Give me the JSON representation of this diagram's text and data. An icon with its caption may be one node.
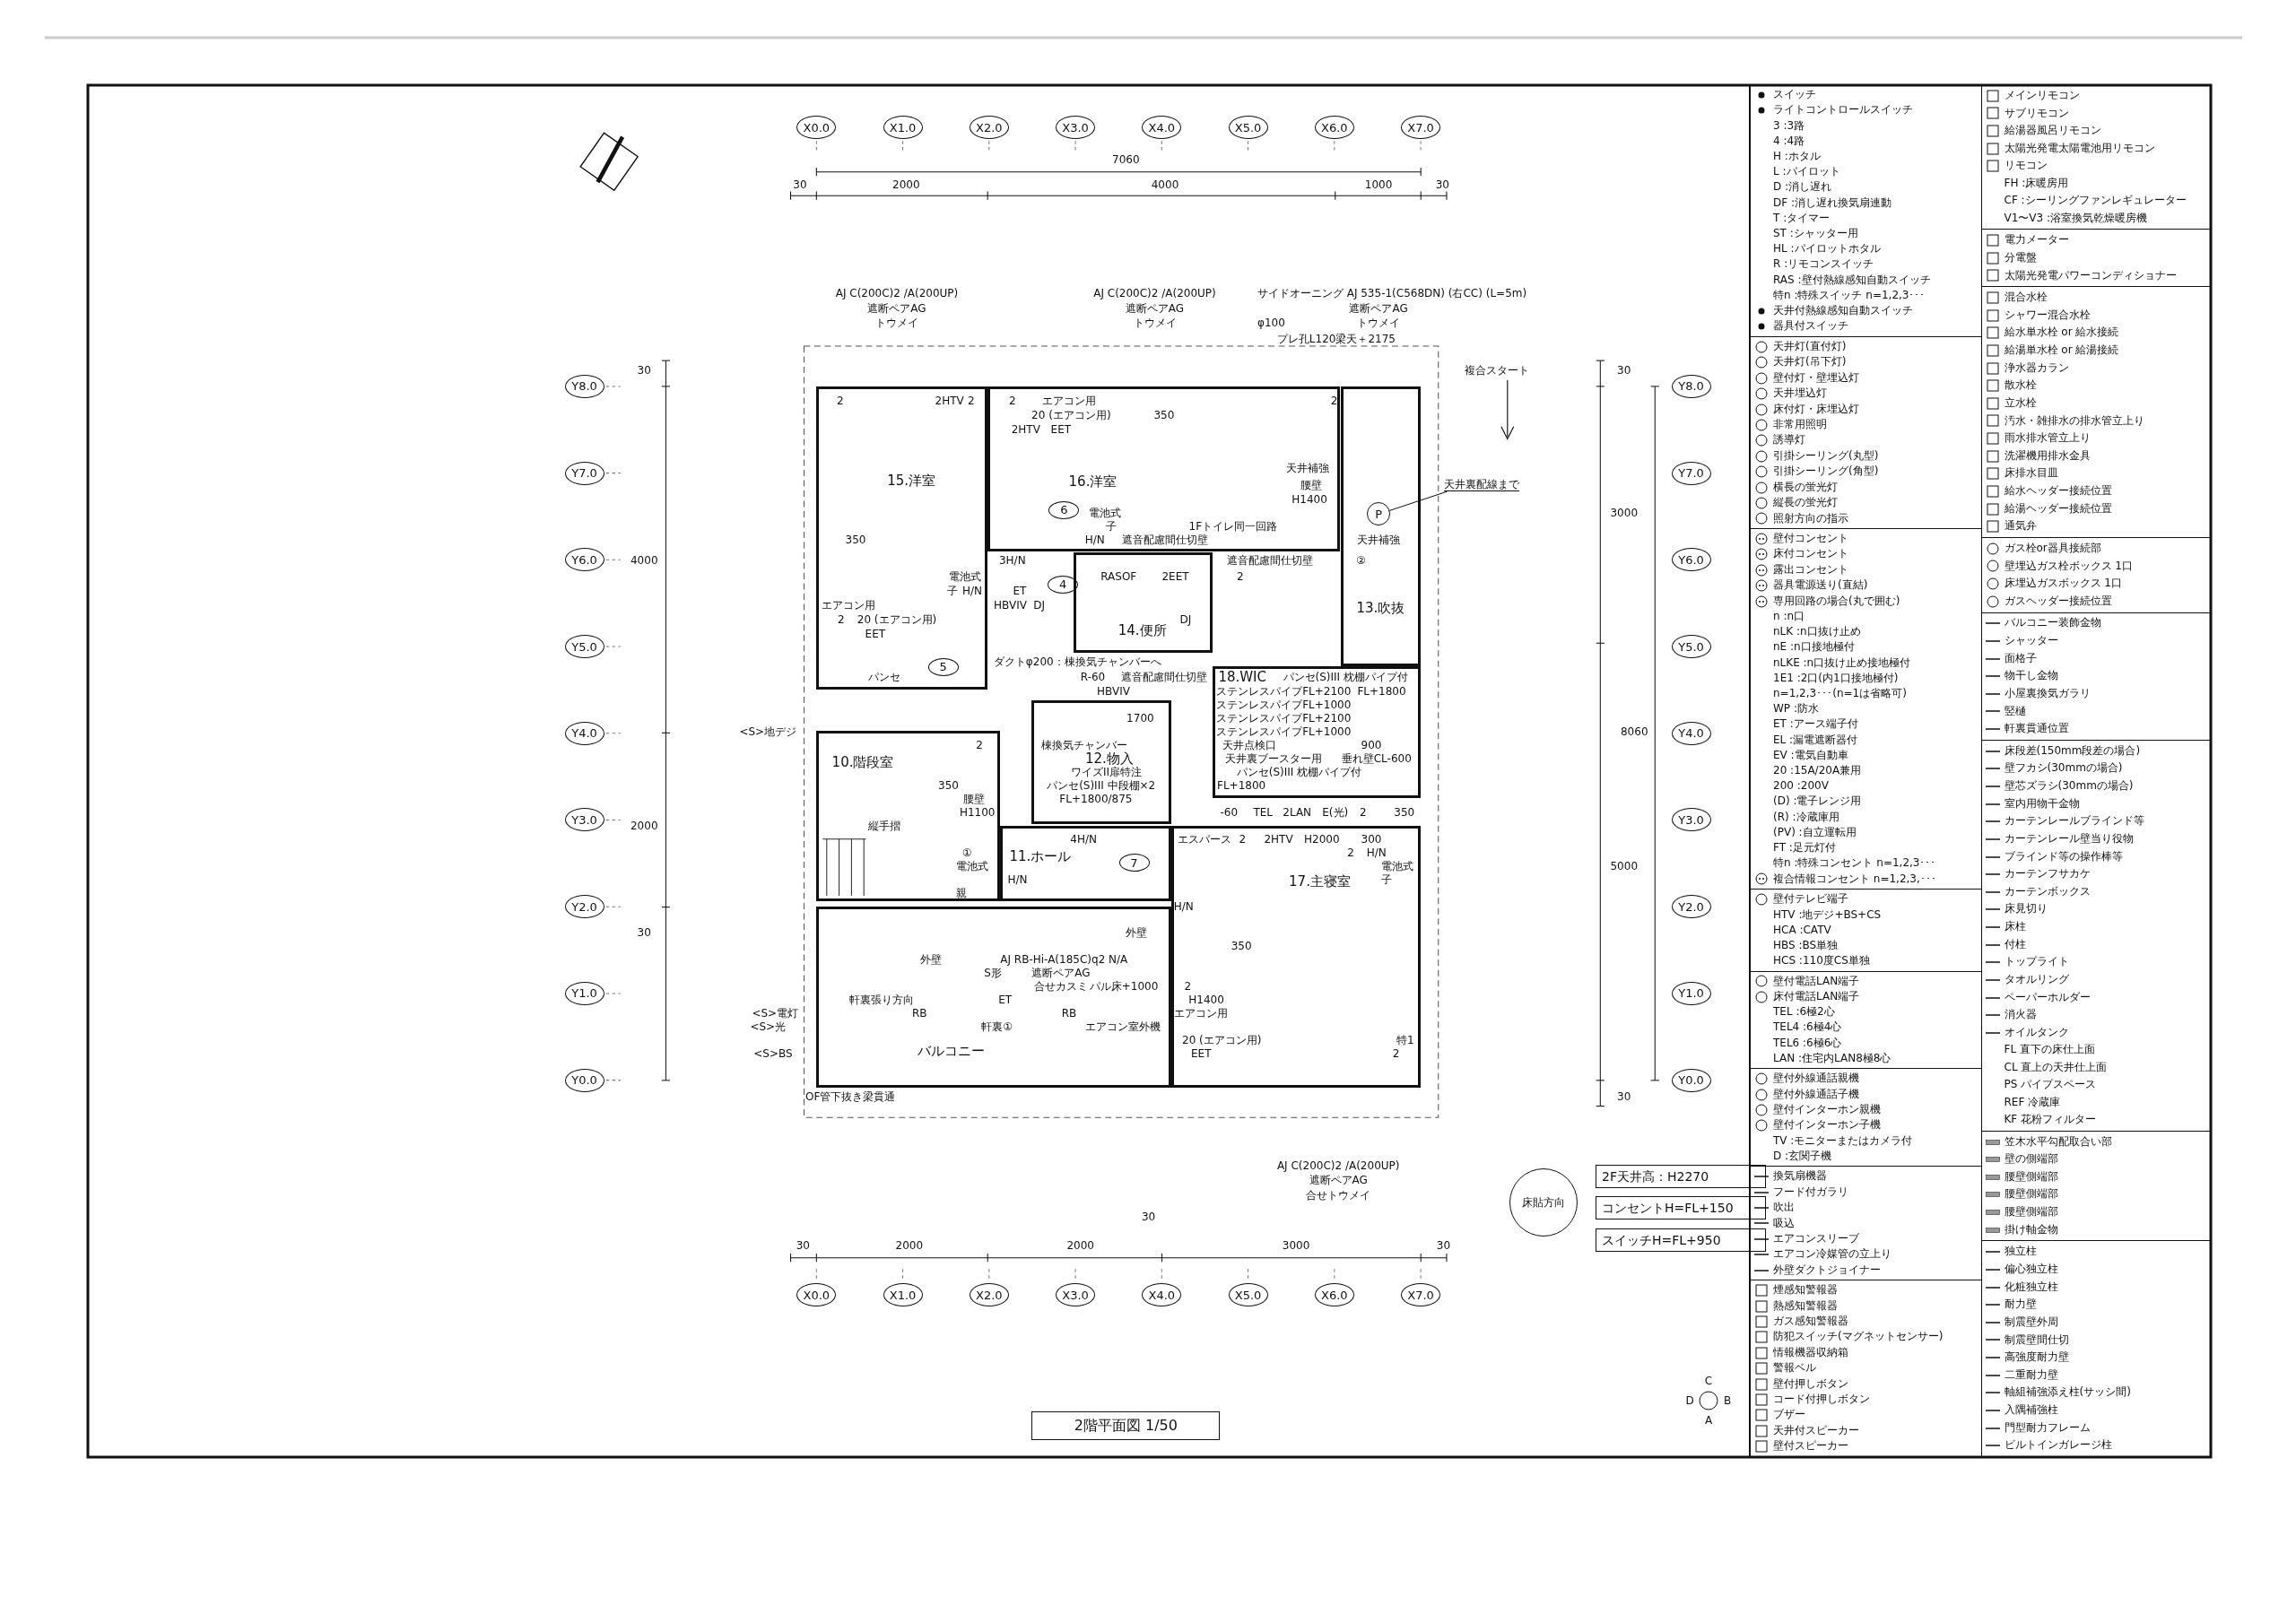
{
  "diagram": {
    "nodes": [
      {
        "text": [
          "X0.0"
        ]
      },
      {
        "text": [
          "X1.0"
        ]
      },
      {
        "text": [
          "X2.0"
        ]
      },
      {
        "text": [
          "X3.0"
        ]
      },
      {
        "text": [
          "X4.0"
        ]
      },
      {
        "text": [
          "X5.0"
        ]
      },
      {
        "text": [
          "X6.0"
        ]
      },
      {
        "text": [
          "X7.0"
        ]
      },
      {
        "text": [
          "Y8.0"
        ]
      },
      {
        "text": [
          "Y7.0"
        ]
      },
      {
        "text": [
          "Y6.0"
        ]
      },
      {
        "text": [
          "Y5.0"
        ]
      },
      {
        "text": [
          "Y4.0"
        ]
      },
      {
        "text": [
          "Y3.0"
        ]
      },
      {
        "text": [
          "Y2.0"
        ]
      },
      {
        "text": [
          "Y1.0"
        ]
      },
      {
        "text": [
          "Y0.0"
        ]
      },
      {
        "text": [
          "Y8.0"
        ]
      },
      {
        "text": [
          "Y7.0"
        ]
      },
      {
        "text": [
          "Y6.0"
        ]
      },
      {
        "text": [
          "Y5.0"
        ]
      },
      {
        "text": [
          "Y4.0"
        ]
      },
      {
        "text": [
          "Y3.0"
        ]
      },
      {
        "text": [
          "Y2.0"
        ]
      },
      {
        "text": [
          "Y1.0"
        ]
      },
      {
        "text": [
          "Y0.0"
        ]
      },
      {
        "text": [
          "15.洋室"
        ]
      },
      {
        "text": [
          "16.洋室"
        ]
      },
      {
        "text": [
          "13.吹抜"
        ]
      },
      {
        "text": [
          "14.便所"
        ]
      },
      {
        "text": [
          "18.WIC"
        ]
      },
      {
        "text": [
          "10.階段室"
        ]
      },
      {
        "text": [
          "12.物入"
        ]
      },
      {
        "text": [
          "11.ホール"
        ]
      },
      {
        "text": [
          "17.主寝室"
        ]
      },
      {
        "text": [
          "バルコニー"
        ]
      },
      {
        "text": [
          "6"
        ],
        "in": 27
      },
      {
        "text": [
          "4"
        ]
      },
      {
        "text": [
          "5"
        ],
        "in": 26
      },
      {
        "text": [
          "7"
        ],
        "in": 33
      },
      {
        "text": [
          "P"
        ],
        "in": 28
      },
      {
        "text": [
          "天井裏配線まで"
        ]
      },
      {
        "text": [
          "床貼方向"
        ]
      },
      {
        "text": [
          "2F天井高：H2270"
        ]
      },
      {
        "text": [
          "コンセントH=FL+150"
        ]
      },
      {
        "text": [
          "スイッチH=FL+950"
        ]
      },
      {
        "text": [
          "X0.0"
        ]
      },
      {
        "text": [
          "X1.0"
        ]
      },
      {
        "text": [
          "X2.0"
        ]
      },
      {
        "text": [
          "X3.0"
        ]
      },
      {
        "text": [
          "X4.0"
        ]
      },
      {
        "text": [
          "X5.0"
        ]
      },
      {
        "text": [
          "X6.0"
        ]
      },
      {
        "text": [
          "X7.0"
        ]
      },
      {
        "text": [
          "2階平面図 1/50"
        ]
      }
    ],
    "edges": [
      {
        "from": 41,
        "to": 40,
        "arrow": "none"
      }
    ],
    "labels": [
      "7060",
      "30",
      "2000",
      "4000",
      "1000",
      "30",
      "AJ C(200C)2 /A(200UP)",
      "AJ C(200C)2 /A(200UP)",
      "サイドオーニング AJ 535-1(C568DN) (右CC) (L=5m)",
      "遮断ペアAG",
      "遮断ペアAG",
      "遮断ペアAG",
      "トウメイ",
      "トウメイ",
      "φ100",
      "トウメイ",
      "プレ孔L120梁天＋2175",
      "30",
      "複合スタート",
      "30",
      "2",
      "2HTV",
      "2",
      "2",
      "エアコン用",
      "2",
      "20 (エアコン用)",
      "350",
      "2HTV",
      "EET",
      "天井補強",
      "腰壁",
      "H1400",
      "電池式",
      "3000",
      "子",
      "1Fトイレ同一回路",
      "350",
      "H/N",
      "遮音配慮間仕切壁",
      "天井補強",
      "4000",
      "3H/N",
      "遮音配慮間仕切壁",
      "②",
      "電池式",
      "RASOF",
      "2EET",
      "2",
      "子",
      "H/N",
      "ET",
      "エアコン用",
      "HBVIV",
      "DJ",
      "2",
      "20 (エアコン用)",
      "DJ",
      "EET",
      "ダクトφ200：棟換気チャンバーへ",
      "パンセ",
      "R-60",
      "遮音配慮間仕切壁",
      "パンセ(S)III 枕棚パイプ付",
      "HBVIV",
      "ステンレスパイプFL+2100",
      "FL+1800",
      "ステンレスパイプFL+1000",
      "1700",
      "ステンレスパイプFL+2100",
      "<S>地デジ",
      "ステンレスパイプFL+1000",
      "8060",
      "2",
      "棟換気チャンバー",
      "天井点検口",
      "900",
      "天井裏ブースター用",
      "垂れ壁CL-600",
      "ワイズII扉特注",
      "パンセ(S)III 枕棚パイプ付",
      "350",
      "パンセ(S)III 中段棚×2",
      "FL+1800",
      "腰壁",
      "FL+1800/875",
      "H1100",
      "-60",
      "TEL",
      "2LAN",
      "E(光)",
      "2",
      "350",
      "2000",
      "縦手摺",
      "4H/N",
      "エスパース",
      "2",
      "2HTV",
      "H2000",
      "300",
      "①",
      "2",
      "H/N",
      "電池式",
      "電池式",
      "5000",
      "H/N",
      "子",
      "親",
      "H/N",
      "30",
      "外壁",
      "350",
      "外壁",
      "AJ RB-Hi-A(185C)q2 N/A",
      "S形",
      "遮断ペアAG",
      "合せカスミ",
      "パル床+1000",
      "2",
      "軒裏張り方向",
      "ET",
      "H1400",
      "<S>電灯",
      "RB",
      "RB",
      "エアコン用",
      "<S>光",
      "軒裏①",
      "エアコン室外機",
      "20 (エアコン用)",
      "特1",
      "<S>BS",
      "EET",
      "2",
      "OF管下抜き梁貫通",
      "30",
      "AJ C(200C)2 /A(200UP)",
      "遮断ペアAG",
      "合せトウメイ",
      "30",
      "30",
      "2000",
      "2000",
      "3000",
      "30",
      "C",
      "D",
      "B",
      "A"
    ],
    "legend": [
      {
        "text": "スイッチ"
      },
      {
        "text": "ライトコントロールスイッチ"
      },
      {
        "text": "3 :3路"
      },
      {
        "text": "4 :4路"
      },
      {
        "text": "H :ホタル"
      },
      {
        "text": "L :パイロット"
      },
      {
        "text": "D :消し遅れ"
      },
      {
        "text": "DF :消し遅れ換気扇連動"
      },
      {
        "text": "T :タイマー"
      },
      {
        "text": "ST :シャッター用"
      },
      {
        "text": "HL :パイロットホタル"
      },
      {
        "text": "R :リモコンスイッチ"
      },
      {
        "text": "RAS :壁付熱線感知自動スイッチ"
      },
      {
        "text": "特n :特殊スイッチ n=1,2,3･･･"
      },
      {
        "text": "天井付熱線感知自動スイッチ"
      },
      {
        "text": "器具付スイッチ"
      },
      {
        "text": "天井灯(直付灯)"
      },
      {
        "text": "天井灯(吊下灯)"
      },
      {
        "text": "壁付灯・壁埋込灯"
      },
      {
        "text": "天井埋込灯"
      },
      {
        "text": "床付灯・床埋込灯"
      },
      {
        "text": "非常用照明"
      },
      {
        "text": "誘導灯"
      },
      {
        "text": "引掛シーリング(丸型)"
      },
      {
        "text": "引掛シーリング(角型)"
      },
      {
        "text": "横長の蛍光灯"
      },
      {
        "text": "縦長の蛍光灯"
      },
      {
        "text": "照射方向の指示"
      },
      {
        "text": "壁付コンセント"
      },
      {
        "text": "床付コンセント"
      },
      {
        "text": "露出コンセント"
      },
      {
        "text": "器具電源送り(直結)"
      },
      {
        "text": "専用回路の場合(丸で囲む)"
      },
      {
        "text": "n :n口"
      },
      {
        "text": "nLK :n口抜け止め"
      },
      {
        "text": "nE :n口接地極付"
      },
      {
        "text": "nLKE :n口抜け止め接地極付"
      },
      {
        "text": "1E1 :2口(内1口接地極付)"
      },
      {
        "text": "n=1,2,3･･･(n=1は省略可)"
      },
      {
        "text": "WP :防水"
      },
      {
        "text": "ET :アース端子付"
      },
      {
        "text": "EL :漏電遮断器付"
      },
      {
        "text": "EV :電気自動車"
      },
      {
        "text": "20 :15A/20A兼用"
      },
      {
        "text": "200 :200V"
      },
      {
        "text": "(D) :電子レンジ用"
      },
      {
        "text": "(R) :冷蔵庫用"
      },
      {
        "text": "(PV) :自立運転用"
      },
      {
        "text": "FT :足元灯付"
      },
      {
        "text": "特n :特殊コンセント n=1,2,3･･･"
      },
      {
        "text": "複合情報コンセント n=1,2,3,･･･"
      },
      {
        "text": "壁付テレビ端子"
      },
      {
        "text": "HTV :地デジ+BS+CS"
      },
      {
        "text": "HCA :CATV"
      },
      {
        "text": "HBS :BS単独"
      },
      {
        "text": "HCS :110度CS単独"
      },
      {
        "text": "壁付電話LAN端子"
      },
      {
        "text": "床付電話LAN端子"
      },
      {
        "text": "TEL :6極2心"
      },
      {
        "text": "TEL4 :6極4心"
      },
      {
        "text": "TEL6 :6極6心"
      },
      {
        "text": "LAN :住宅内LAN8極8心"
      },
      {
        "text": "壁付外線通話親機"
      },
      {
        "text": "壁付外線通話子機"
      },
      {
        "text": "壁付インターホン親機"
      },
      {
        "text": "壁付インターホン子機"
      },
      {
        "text": "TV :モニターまたはカメラ付"
      },
      {
        "text": "D :玄関子機"
      },
      {
        "text": "換気扇機器"
      },
      {
        "text": "フード付ガラリ"
      },
      {
        "text": "吹出"
      },
      {
        "text": "吸込"
      },
      {
        "text": "エアコンスリーブ"
      },
      {
        "text": "エアコン冷媒管の立上り"
      },
      {
        "text": "外壁ダクトジョイナー"
      },
      {
        "text": "煙感知警報器"
      },
      {
        "text": "熱感知警報器"
      },
      {
        "text": "ガス感知警報器"
      },
      {
        "text": "防犯スイッチ(マグネットセンサー)"
      },
      {
        "text": "情報機器収納箱"
      },
      {
        "text": "警報ベル"
      },
      {
        "text": "壁付押しボタン"
      },
      {
        "text": "コード付押しボタン"
      },
      {
        "text": "ブザー"
      },
      {
        "text": "天井付スピーカー"
      },
      {
        "text": "壁付スピーカー"
      },
      {
        "text": "メインリモコン"
      },
      {
        "text": "サブリモコン"
      },
      {
        "text": "給湯器風呂リモコン"
      },
      {
        "text": "太陽光発電太陽電池用リモコン"
      },
      {
        "text": "リモコン"
      },
      {
        "text": "FH :床暖房用"
      },
      {
        "text": "CF :シーリングファンレギュレーター"
      },
      {
        "text": "V1〜V3 :浴室換気乾燥暖房機"
      },
      {
        "text": "電力メーター"
      },
      {
        "text": "分電盤"
      },
      {
        "text": "太陽光発電パワーコンディショナー"
      },
      {
        "text": "混合水栓"
      },
      {
        "text": "シャワー混合水栓"
      },
      {
        "text": "給水単水栓 or 給水接続"
      },
      {
        "text": "給湯単水栓 or 給湯接続"
      },
      {
        "text": "浄水器カラン"
      },
      {
        "text": "散水栓"
      },
      {
        "text": "立水栓"
      },
      {
        "text": "汚水・雑排水の排水管立上り"
      },
      {
        "text": "雨水排水管立上り"
      },
      {
        "text": "洗濯機用排水金具"
      },
      {
        "text": "床排水目皿"
      },
      {
        "text": "給水ヘッダー接続位置"
      },
      {
        "text": "給湯ヘッダー接続位置"
      },
      {
        "text": "通気弁"
      },
      {
        "text": "ガス栓or器具接続部"
      },
      {
        "text": "壁埋込ガス栓ボックス 1口"
      },
      {
        "text": "床埋込ガスボックス 1口"
      },
      {
        "text": "ガスヘッダー接続位置"
      },
      {
        "text": "バルコニー装飾金物"
      },
      {
        "text": "シャッター"
      },
      {
        "text": "面格子"
      },
      {
        "text": "物干し金物"
      },
      {
        "text": "小屋裏換気ガラリ"
      },
      {
        "text": "竪樋"
      },
      {
        "text": "軒裏貫通位置"
      },
      {
        "text": "床段差(150mm段差の場合)"
      },
      {
        "text": "壁フカシ(30mmの場合)"
      },
      {
        "text": "壁芯ズラシ(30mmの場合)"
      },
      {
        "text": "室内用物干金物"
      },
      {
        "text": "カーテンレールブラインド等"
      },
      {
        "text": "カーテンレール壁当り役物"
      },
      {
        "text": "ブラインド等の操作棒等"
      },
      {
        "text": "カーテンフサカケ"
      },
      {
        "text": "カーテンボックス"
      },
      {
        "text": "床見切り"
      },
      {
        "text": "床柱"
      },
      {
        "text": "付柱"
      },
      {
        "text": "トップライト"
      },
      {
        "text": "タオルリング"
      },
      {
        "text": "ペーパーホルダー"
      },
      {
        "text": "消火器"
      },
      {
        "text": "オイルタンク"
      },
      {
        "text": "FL 直下の床仕上面"
      },
      {
        "text": "CL 直上の天井仕上面"
      },
      {
        "text": "PS パイプスペース"
      },
      {
        "text": "REF 冷蔵庫"
      },
      {
        "text": "KF 花粉フィルター"
      },
      {
        "text": "笠木水平勾配取合い部"
      },
      {
        "text": "壁の側端部"
      },
      {
        "text": "腰壁側端部"
      },
      {
        "text": "腰壁側端部"
      },
      {
        "text": "腰壁側端部"
      },
      {
        "text": "掛け軸金物"
      },
      {
        "text": "独立柱"
      },
      {
        "text": "偏心独立柱"
      },
      {
        "text": "化粧独立柱"
      },
      {
        "text": "耐力壁"
      },
      {
        "text": "制震壁外周"
      },
      {
        "text": "制震壁間仕切"
      },
      {
        "text": "高強度耐力壁"
      },
      {
        "text": "二重耐力壁"
      },
      {
        "text": "軸組補強添え柱(サッシ間)"
      },
      {
        "text": "入隅補強柱"
      },
      {
        "text": "門型耐力フレーム"
      },
      {
        "text": "ビルトインガレージ柱"
      }
    ]
  }
}
